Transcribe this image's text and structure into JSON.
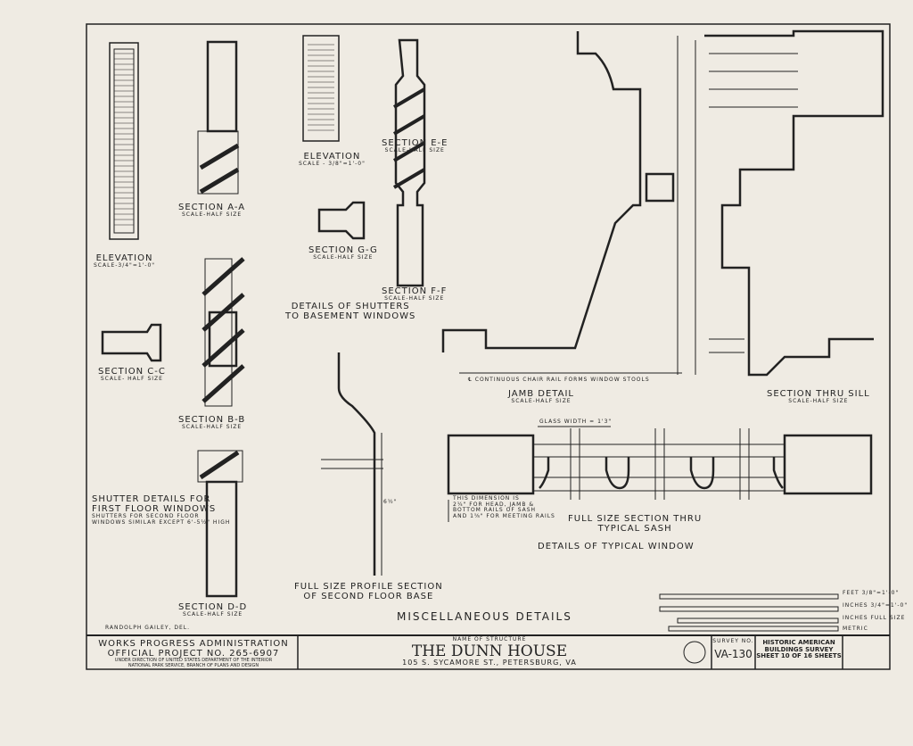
{
  "sheet": {
    "title": "MISCELLANEOUS DETAILS",
    "delineator": "RANDOLPH GAILEY, DEL."
  },
  "labels": {
    "elev1": "ELEVATION",
    "elev1_scale": "SCALE-3/4\"=1'-0\"",
    "secAA": "SECTION A-A",
    "secAA_scale": "SCALE-HALF SIZE",
    "elev2": "ELEVATION",
    "elev2_scale": "SCALE - 3/8\"=1'-0\"",
    "secEE": "SECTION E-E",
    "secEE_scale": "SCALE-HALF SIZE",
    "secGG": "SECTION G-G",
    "secGG_scale": "SCALE-HALF SIZE",
    "secFF": "SECTION F-F",
    "secFF_scale": "SCALE-HALF SIZE",
    "basement1": "DETAILS OF SHUTTERS",
    "basement2": "TO BASEMENT WINDOWS",
    "secCC": "SECTION C-C",
    "secCC_scale": "SCALE- HALF SIZE",
    "secBB": "SECTION B-B",
    "secBB_scale": "SCALE-HALF SIZE",
    "shut1": "SHUTTER DETAILS FOR",
    "shut2": "FIRST FLOOR WINDOWS",
    "shut3": "SHUTTERS FOR SECOND FLOOR",
    "shut4": "WINDOWS SIMILAR EXCEPT 6'-5½\" HIGH",
    "secDD": "SECTION D-D",
    "secDD_scale": "SCALE-HALF SIZE",
    "base1": "FULL SIZE PROFILE SECTION",
    "base2": "OF SECOND FLOOR BASE",
    "base_dim": "6½\"",
    "chair": "℄ CONTINUOUS CHAIR RAIL FORMS WINDOW STOOLS",
    "jamb": "JAMB DETAIL",
    "jamb_scale": "SCALE-HALF SIZE",
    "sill": "SECTION THRU SILL",
    "sill_scale": "SCALE-HALF SIZE",
    "glass": "GLASS WIDTH = 1'3\"",
    "dim1": "THIS DIMENSION IS",
    "dim2": "2¼\" FOR HEAD, JAMB &",
    "dim3": "BOTTOM RAILS OF SASH",
    "dim4": "AND 1⅝\" FOR MEETING RAILS",
    "sash1": "FULL SIZE SECTION THRU",
    "sash2": "TYPICAL SASH",
    "window": "DETAILS OF TYPICAL WINDOW"
  },
  "scales": {
    "feet": "FEET 3/8\"=1'-0\"",
    "inches": "INCHES 3/4\"=1'-0\"",
    "full": "INCHES FULL SIZE",
    "metric": "METRIC"
  },
  "title_block": {
    "wpa1": "WORKS PROGRESS ADMINISTRATION",
    "wpa2": "OFFICIAL PROJECT NO. 265-6907",
    "wpa3": "UNDER DIRECTION OF UNITED STATES DEPARTMENT OF THE INTERIOR",
    "wpa4": "NATIONAL PARK SERVICE, BRANCH OF PLANS AND DESIGN",
    "name_label": "NAME OF STRUCTURE",
    "name": "THE DUNN HOUSE",
    "address": "105 S. SYCAMORE ST., PETERSBURG, VA",
    "survey_label": "SURVEY NO.",
    "survey": "VA-130",
    "habs1": "HISTORIC AMERICAN",
    "habs2": "BUILDINGS SURVEY",
    "sheet": "SHEET 10 OF 16 SHEETS"
  }
}
